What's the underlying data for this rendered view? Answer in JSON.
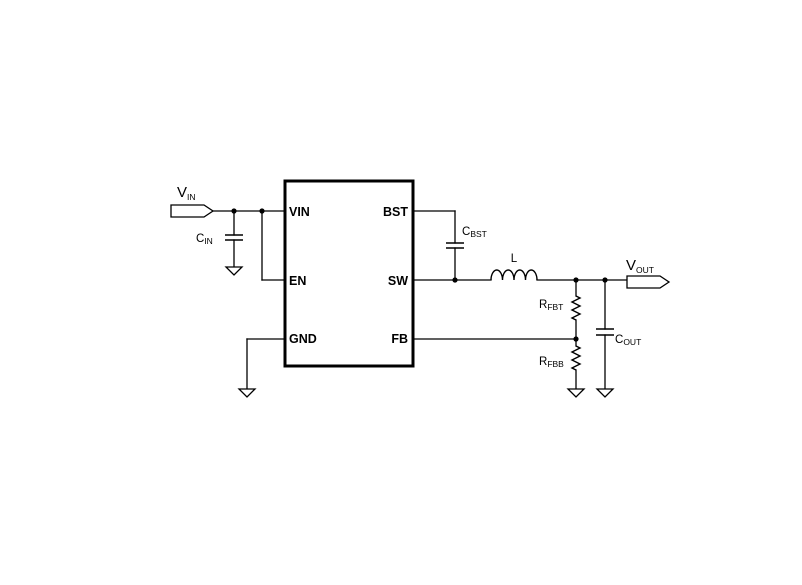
{
  "ic": {
    "pins": {
      "vin": "VIN",
      "en": "EN",
      "gnd": "GND",
      "bst": "BST",
      "sw": "SW",
      "fb": "FB"
    }
  },
  "labels": {
    "vin": {
      "main": "V",
      "sub": "IN"
    },
    "cin": {
      "main": "C",
      "sub": "IN"
    },
    "cbst": {
      "main": "C",
      "sub": "BST"
    },
    "inductor": "L",
    "vout": {
      "main": "V",
      "sub": "OUT"
    },
    "rfbt": {
      "main": "R",
      "sub": "FBT"
    },
    "rfbb": {
      "main": "R",
      "sub": "FBB"
    },
    "cout": {
      "main": "C",
      "sub": "OUT"
    }
  }
}
